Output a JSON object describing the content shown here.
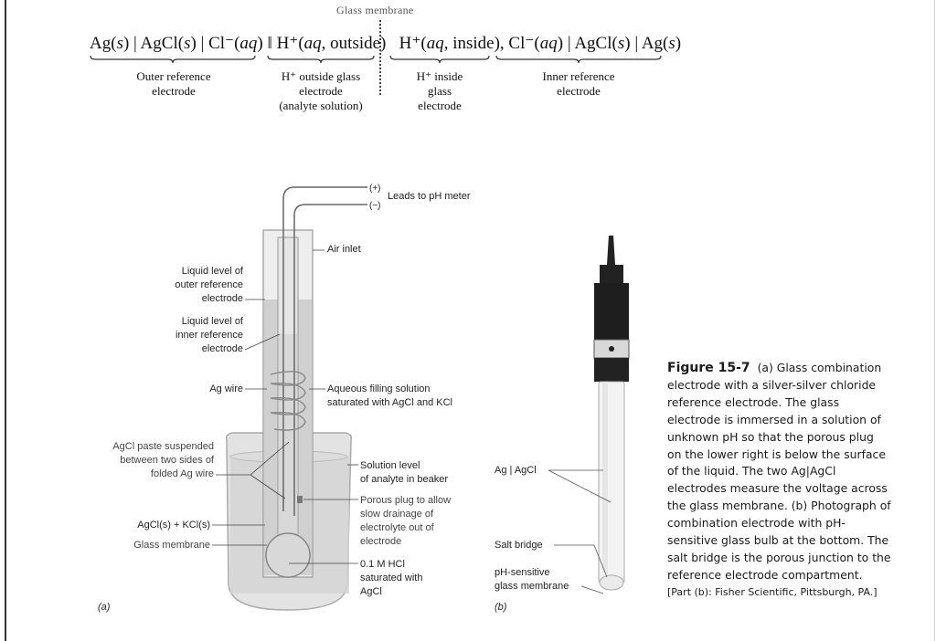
{
  "cell_notation": {
    "membrane_label": "Glass membrane",
    "equation_parts": [
      {
        "text": "Ag(",
        "italic": false
      },
      {
        "text": "s",
        "italic": true
      },
      {
        "text": ") | AgCl(",
        "italic": false
      },
      {
        "text": "s",
        "italic": true
      },
      {
        "text": ") | Cl⁻(",
        "italic": false
      },
      {
        "text": "aq",
        "italic": true
      },
      {
        "text": ") ‖ H⁺(",
        "italic": false
      },
      {
        "text": "aq",
        "italic": true
      },
      {
        "text": ", outside)",
        "italic": false
      },
      {
        "text": "   H⁺(",
        "italic": false
      },
      {
        "text": "aq",
        "italic": true
      },
      {
        "text": ", inside), Cl⁻(",
        "italic": false
      },
      {
        "text": "aq",
        "italic": true
      },
      {
        "text": ") | AgCl(",
        "italic": false
      },
      {
        "text": "s",
        "italic": true
      },
      {
        "text": ") | Ag(",
        "italic": false
      },
      {
        "text": "s",
        "italic": true
      },
      {
        "text": ")",
        "italic": false
      }
    ],
    "braces": [
      {
        "label_line1": "Outer reference",
        "label_line2": "electrode",
        "label_line3": ""
      },
      {
        "label_line1": "H⁺ outside glass",
        "label_line2": "electrode",
        "label_line3": "(analyte solution)"
      },
      {
        "label_line1": "H⁺ inside",
        "label_line2": "glass",
        "label_line3": "electrode"
      },
      {
        "label_line1": "Inner reference",
        "label_line2": "electrode",
        "label_line3": ""
      }
    ]
  },
  "diagram_a": {
    "part_label": "(a)",
    "leads_plus": "(+)",
    "leads_minus": "(−)",
    "leads_label": "Leads to pH meter",
    "air_inlet": "Air inlet",
    "outer_level": [
      "Liquid level of",
      "outer reference",
      "electrode"
    ],
    "inner_level": [
      "Liquid level of",
      "inner reference",
      "electrode"
    ],
    "ag_wire": "Ag wire",
    "filling_solution": [
      "Aqueous filling solution",
      "saturated with AgCl and KCl"
    ],
    "agcl_paste": [
      "AgCl paste suspended",
      "between two sides of",
      "folded Ag wire"
    ],
    "solution_level": [
      "Solution level",
      "of analyte in beaker"
    ],
    "porous_plug": [
      "Porous plug to allow",
      "slow drainage of",
      "electrolyte out of",
      "electrode"
    ],
    "agcl_kcl": "AgCl(s) + KCl(s)",
    "glass_membrane": "Glass membrane",
    "hcl": [
      "0.1 M HCl",
      "saturated with",
      "AgCl"
    ]
  },
  "diagram_b": {
    "part_label": "(b)",
    "ag_agcl": "Ag | AgCl",
    "salt_bridge": "Salt bridge",
    "ph_membrane": [
      "pH-sensitive",
      "glass membrane"
    ]
  },
  "caption": {
    "figure_number": "Figure 15-7",
    "text": "(a) Glass combination electrode with a silver-silver chloride reference electrode. The glass electrode is immersed in a solution of unknown pH so that the porous plug on the lower right is below the surface of the liquid. The two Ag|AgCl electrodes measure the voltage across the glass membrane. (b) Photograph of combination electrode with pH-sensitive glass bulb at the bottom. The salt bridge is the porous junction to the reference electrode compartment.",
    "credit": "[Part (b): Fisher Scientific, Pittsburgh, PA.]"
  }
}
